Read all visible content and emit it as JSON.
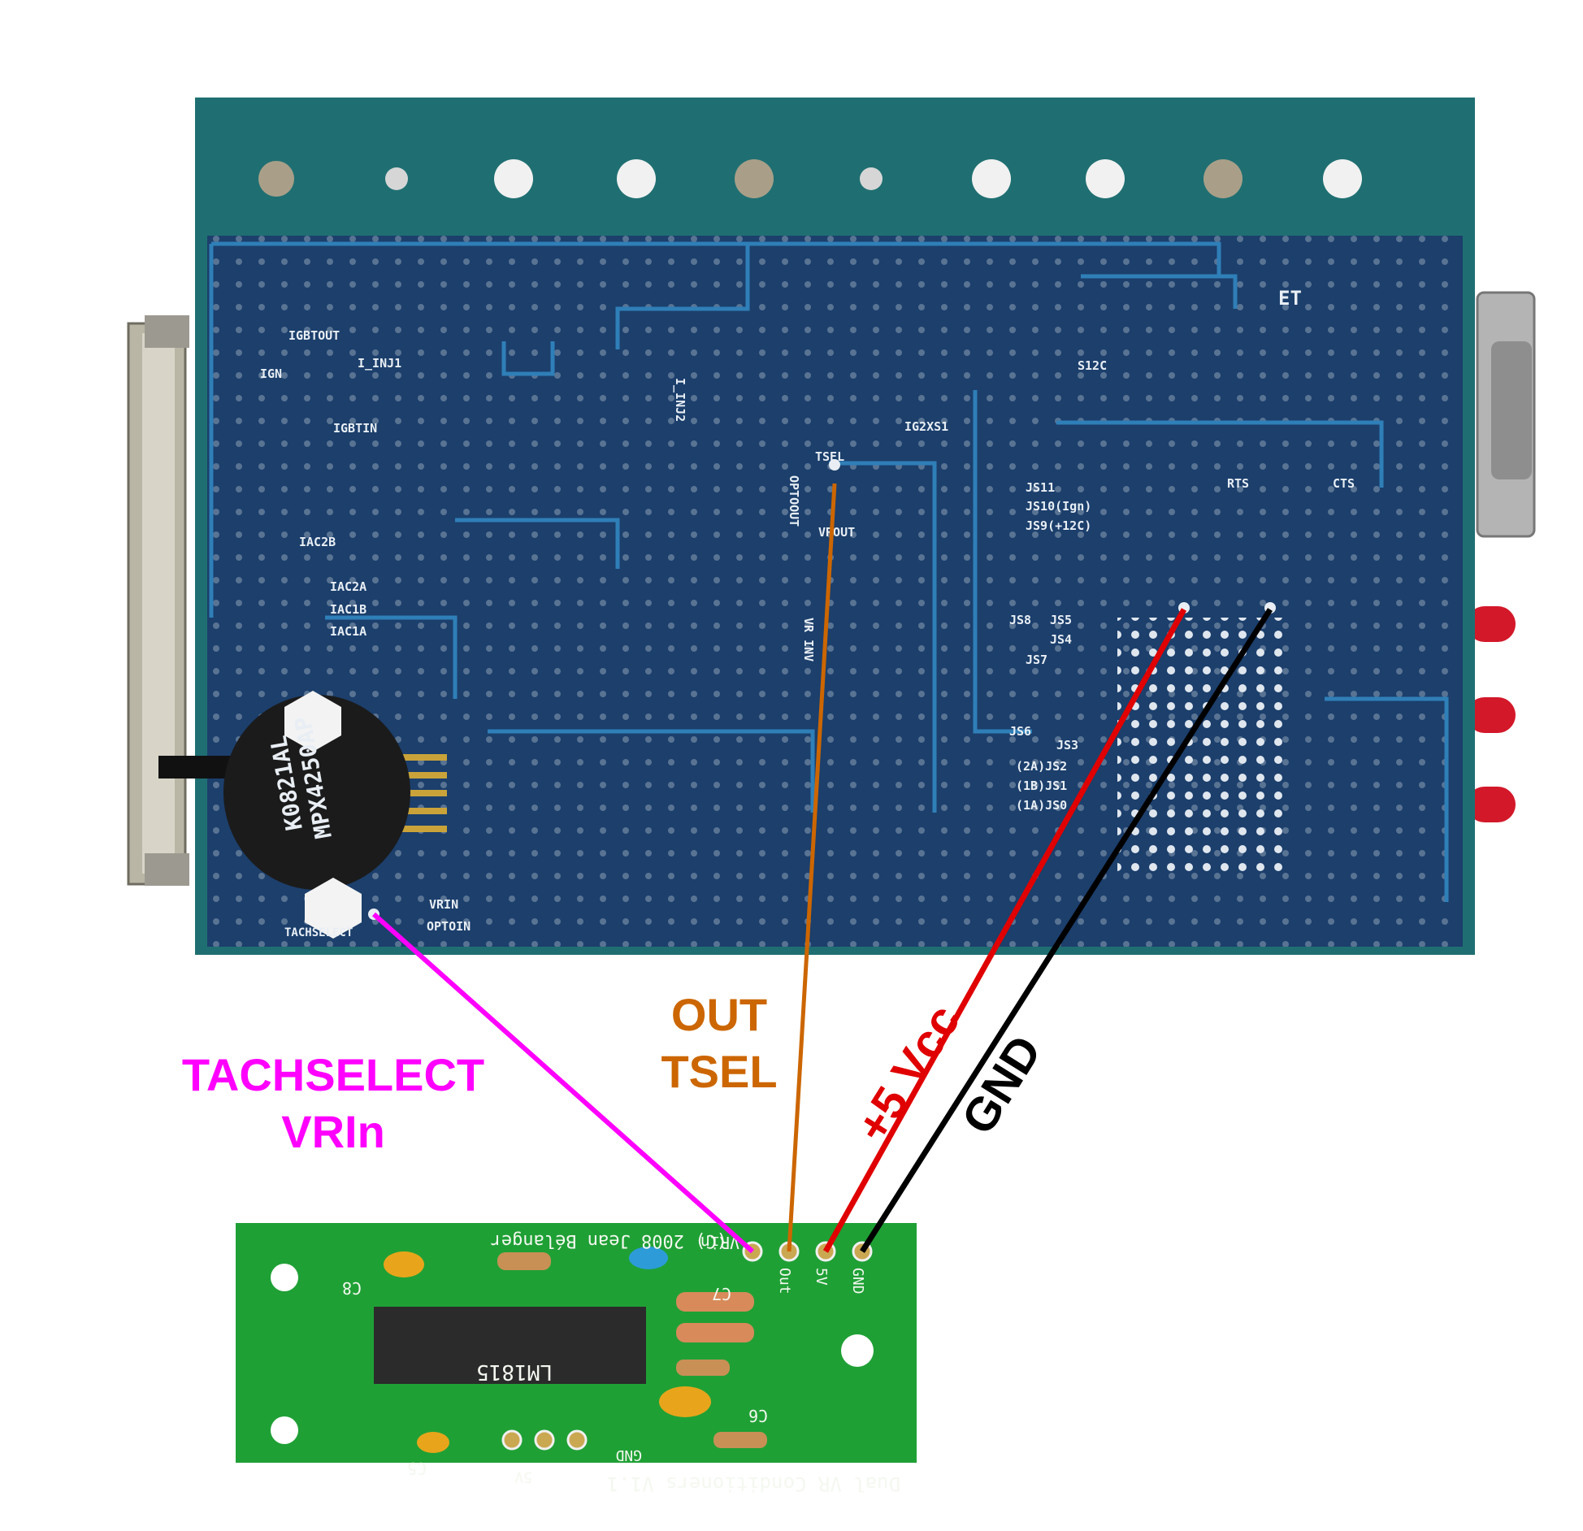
{
  "main_board": {
    "silk_labels": {
      "igbtout": "IGBTOUT",
      "ign": "IGN",
      "i_inj1": "I_INJ1",
      "igbtin": "IGBTIN",
      "i_inj2": "I_INJ2",
      "tsel": "TSEL",
      "optoout": "OPTOOUT",
      "vrout": "VROUT",
      "vr_inv": "VR INV",
      "ig2xs1": "IG2XS1",
      "s12c": "S12C",
      "et": "ET",
      "js11": "JS11",
      "js10": "JS10(Ign)",
      "js9": "JS9(+12C)",
      "js8": "JS8",
      "js5": "JS5",
      "js4": "JS4",
      "js7": "JS7",
      "js6": "JS6",
      "js3": "JS3",
      "js2": "(2A)JS2",
      "js1": "(1B)JS1",
      "js0": "(1A)JS0",
      "rts": "RTS",
      "cts": "CTS",
      "iac2b": "IAC2B",
      "iac2a": "IAC2A",
      "iac1b": "IAC1B",
      "iac1a": "IAC1A",
      "vrin": "VRIN",
      "optoin": "OPTOIN",
      "tachselect": "TACHSELECT",
      "sensor_part": "MPX4250AP",
      "sensor_code": "K0821AL"
    }
  },
  "wire_labels": {
    "tachselect": {
      "line1": "TACHSELECT",
      "line2": "VRIn",
      "color": "#ff00ff"
    },
    "out": {
      "line1": "OUT",
      "line2": "TSEL",
      "color": "#cc6600"
    },
    "vcc": {
      "text": "+5 Vcc",
      "color": "#e00000"
    },
    "gnd": {
      "text": "GND",
      "color": "#000000"
    }
  },
  "vr_board": {
    "copyright": "(C) 2008 Jean Bélanger",
    "title": "Dual VR Conditioners V1.1",
    "pins": {
      "vrin": "VRin",
      "out": "Out",
      "5v": "5V",
      "gnd": "GND"
    },
    "chip": "LM1815",
    "caps": {
      "c8": "C8",
      "c7": "C7",
      "c6": "C6",
      "c5": "C5"
    },
    "bottom_pins": {
      "gnd": "GND",
      "5v": "5V"
    }
  }
}
